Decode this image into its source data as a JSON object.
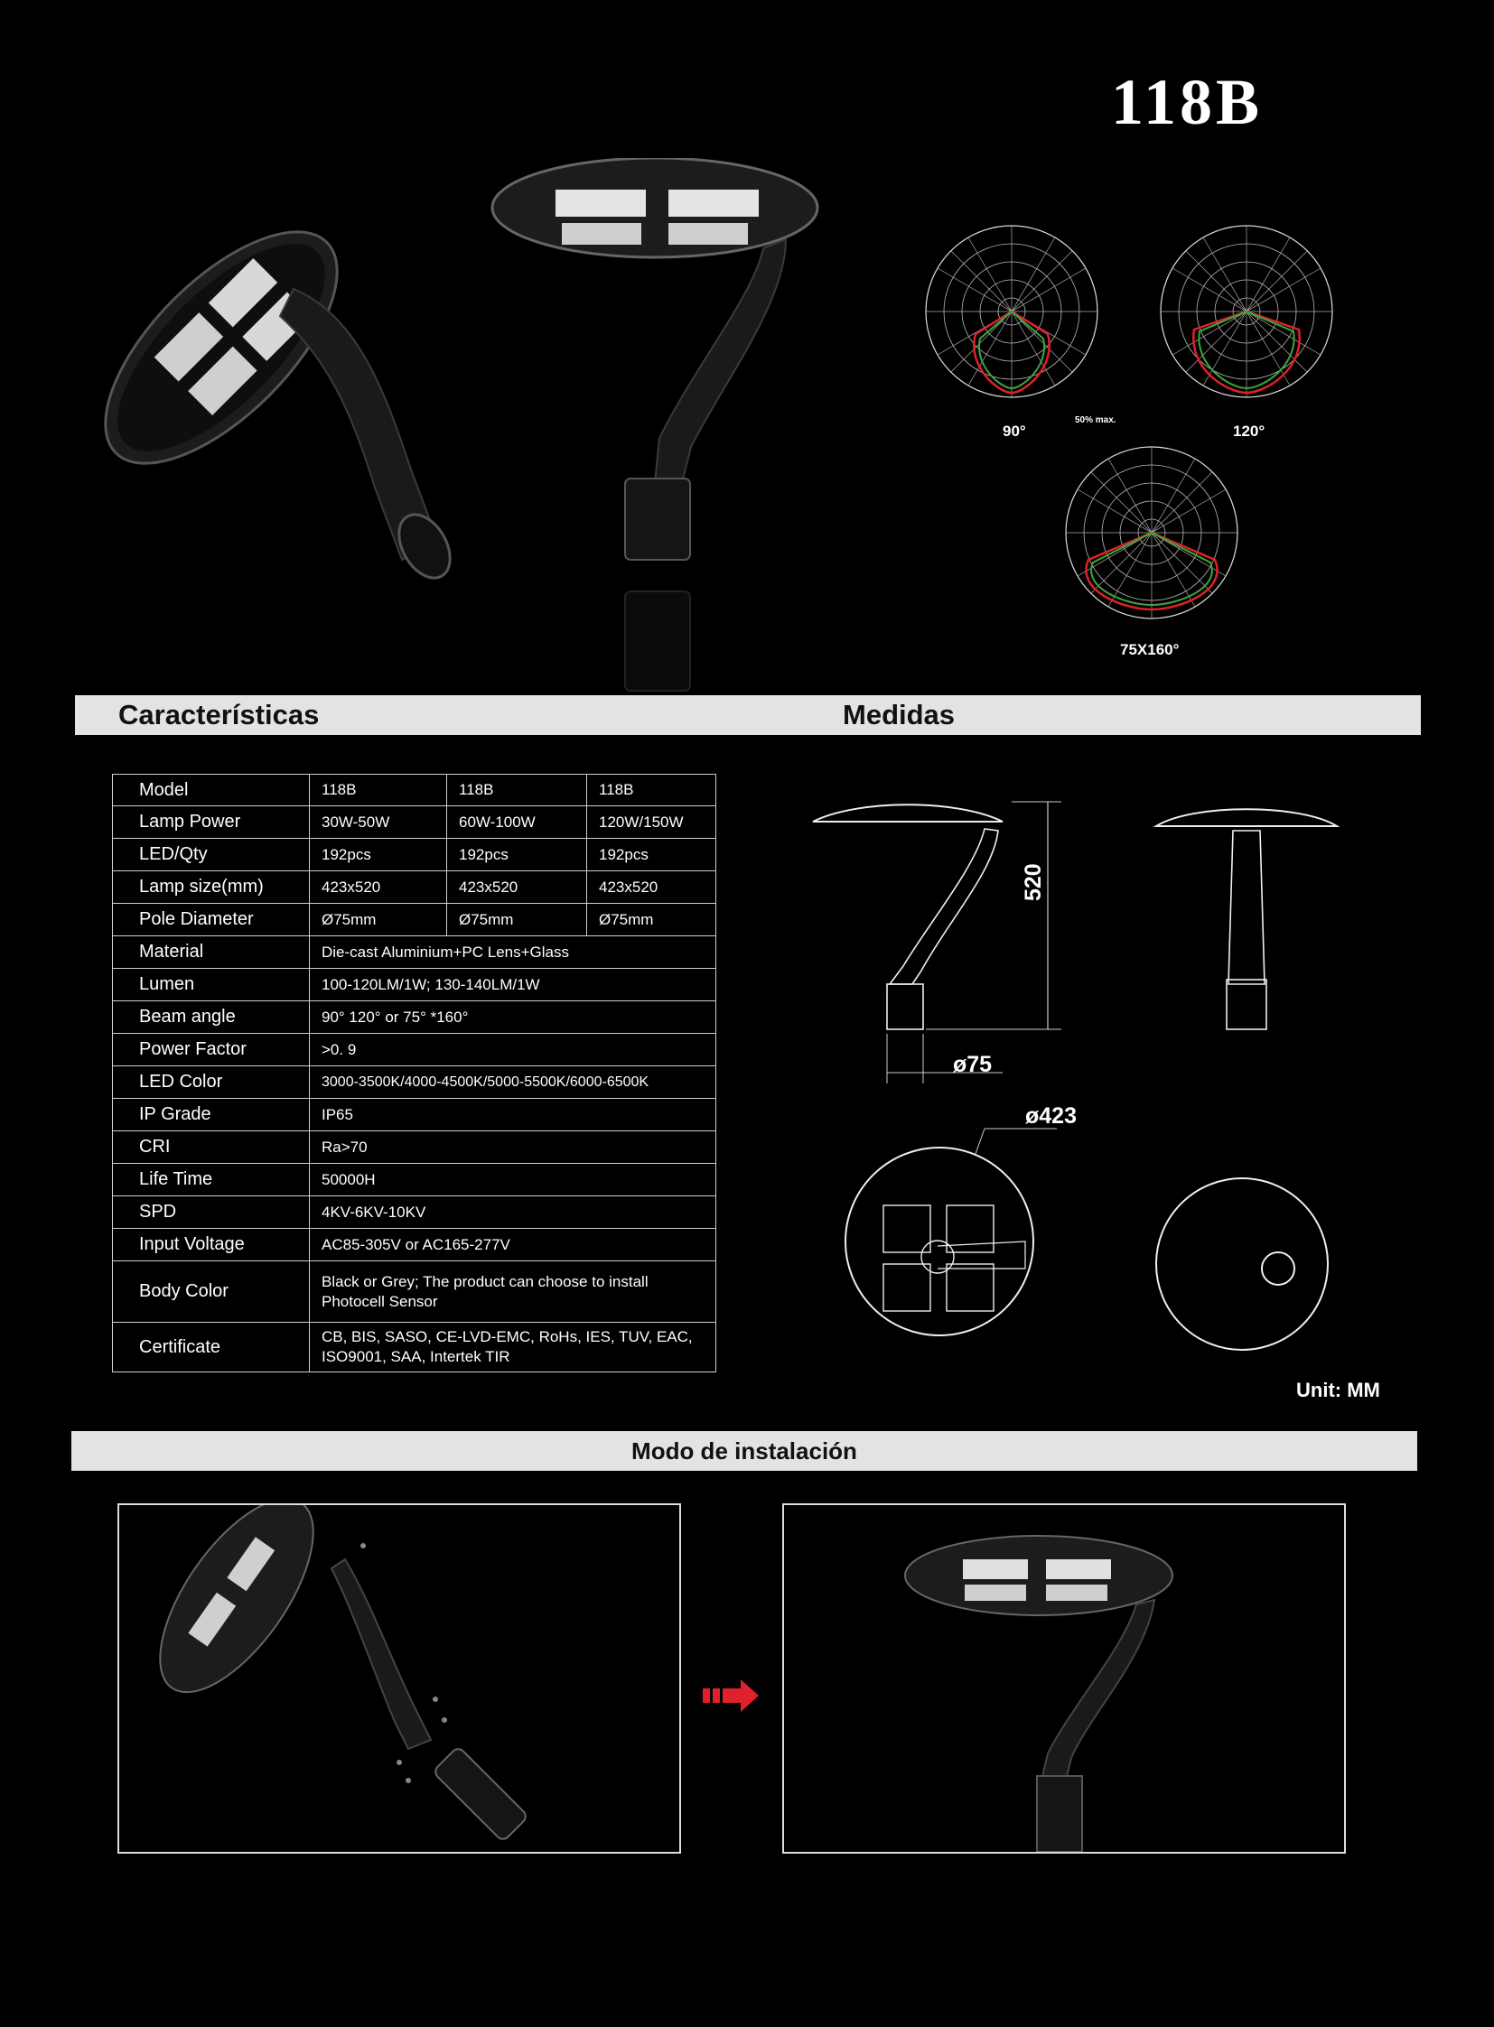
{
  "model_title": "118B",
  "sections": {
    "features": "Características",
    "dimensions": "Medidas",
    "installation": "Modo de instalación"
  },
  "polar_charts": [
    {
      "label": "90°",
      "sub": "50% max."
    },
    {
      "label": "120°"
    },
    {
      "label": "75X160°"
    }
  ],
  "spec_table": {
    "header": [
      "Model",
      "118B",
      "118B",
      "118B"
    ],
    "variant_rows": [
      [
        "Lamp Power",
        "30W-50W",
        "60W-100W",
        "120W/150W"
      ],
      [
        "LED/Qty",
        "192pcs",
        "192pcs",
        "192pcs"
      ],
      [
        "Lamp size(mm)",
        "423x520",
        "423x520",
        "423x520"
      ],
      [
        "Pole Diameter",
        "Ø75mm",
        "Ø75mm",
        "Ø75mm"
      ]
    ],
    "single_rows": [
      [
        "Material",
        "Die-cast Aluminium+PC Lens+Glass"
      ],
      [
        "Lumen",
        "100-120LM/1W; 130-140LM/1W"
      ],
      [
        "Beam angle",
        "90°  120°  or 75° *160°"
      ],
      [
        "Power Factor",
        ">0. 9"
      ],
      [
        "LED Color",
        "3000-3500K/4000-4500K/5000-5500K/6000-6500K"
      ],
      [
        "IP Grade",
        "IP65"
      ],
      [
        "CRI",
        "Ra>70"
      ],
      [
        "Life Time",
        "50000H"
      ],
      [
        "SPD",
        "4KV-6KV-10KV"
      ],
      [
        "Input Voltage",
        "AC85-305V or AC165-277V"
      ],
      [
        "Body Color",
        "Black or Grey; The product can choose to install Photocell Sensor"
      ],
      [
        "Certificate",
        "CB, BIS, SASO, CE-LVD-EMC, RoHs, IES, TUV, EAC,  ISO9001,  SAA,  Intertek TIR"
      ]
    ]
  },
  "dimensions": {
    "height": "520",
    "pole": "ø75",
    "diameter": "ø423",
    "unit": "Unit: MM"
  },
  "colors": {
    "background": "#000000",
    "bar": "#e3e3e3",
    "arrow": "#e0202a"
  }
}
